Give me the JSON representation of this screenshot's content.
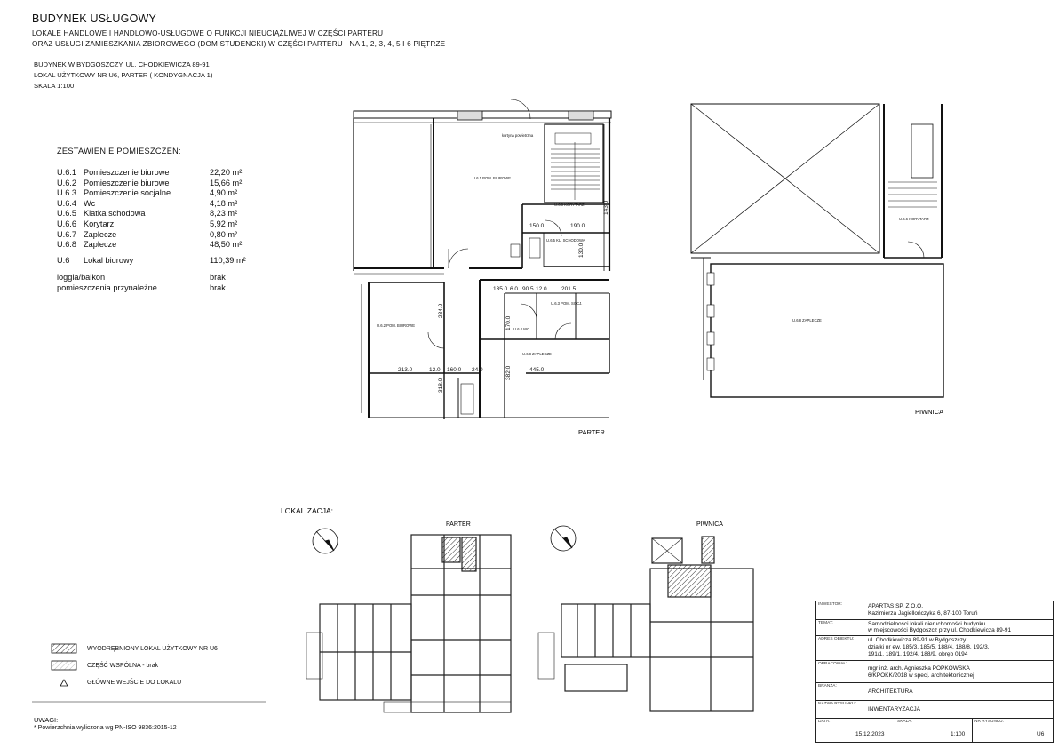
{
  "header": {
    "title": "BUDYNEK USŁUGOWY",
    "line1": "LOKALE HANDLOWE I HANDLOWO-USŁUGOWE O FUNKCJI NIEUCIĄŻLIWEJ W CZĘŚCI PARTERU",
    "line2": "ORAZ USŁUGI ZAMIESZKANIA ZBIOROWEGO (DOM STUDENCKI) W CZĘŚCI PARTERU I NA 1, 2, 3, 4, 5 I 6 PIĘTRZE",
    "address": "BUDYNEK W BYDGOSZCZY, UL. CHODKIEWICZA 89-91",
    "unit": "LOKAL UŻYTKOWY NR U6, PARTER ( KONDYGNACJA 1)",
    "scale": "SKALA 1:100"
  },
  "rooms": {
    "title": "ZESTAWIENIE POMIESZCZEŃ:",
    "items": [
      {
        "id": "U.6.1",
        "name": "Pomieszczenie biurowe",
        "area": "22,20 m²"
      },
      {
        "id": "U.6.2",
        "name": "Pomieszczenie biurowe",
        "area": "15,66 m²"
      },
      {
        "id": "U.6.3",
        "name": "Pomieszczenie socjalne",
        "area": "4,90 m²"
      },
      {
        "id": "U.6.4",
        "name": "Wc",
        "area": "4,18 m²"
      },
      {
        "id": "U.6.5",
        "name": "Klatka schodowa",
        "area": "8,23 m²"
      },
      {
        "id": "U.6.6",
        "name": "Korytarz",
        "area": "5,92 m²"
      },
      {
        "id": "U.6.7",
        "name": "Zaplecze",
        "area": "0,80 m²"
      },
      {
        "id": "U.6.8",
        "name": "Zaplecze",
        "area": "48,50 m²"
      }
    ],
    "total": {
      "id": "U.6",
      "name": "Lokal biurowy",
      "area": "110,39 m²"
    },
    "extras": [
      {
        "name": "loggia/balkon",
        "value": "brak"
      },
      {
        "name": "pomieszczenia przynależne",
        "value": "brak"
      }
    ]
  },
  "plan": {
    "parter_label": "PARTER",
    "piwnica_label": "PIWNICA",
    "dims": [
      "150.0",
      "190.0",
      "135.0",
      "6.0",
      "90.5",
      "12.0",
      "201.5",
      "234.0",
      "213.0",
      "12.0",
      "160.0",
      "24.0",
      "445.0",
      "318.0",
      "382.0",
      "170.0",
      "143.0",
      "130.0"
    ],
    "room_tags": [
      "U.6.1 POM. BIUROWE",
      "U.6.2 POM. BIUROWE",
      "U.6.3 POM. SOCJ.",
      "U.6.4 WC",
      "U.6.5 KL. SCHODOWA",
      "U.6.6 KORYTARZ",
      "U.6.7 ZAPLECZE",
      "U.6.8 ZAPLECZE"
    ],
    "note": "kurtyna powietrzna"
  },
  "localization": {
    "title": "LOKALIZACJA:",
    "parter": "PARTER",
    "piwnica": "PIWNICA"
  },
  "legend": {
    "items": [
      "WYODRĘBNIONY LOKAL UŻYTKOWY NR U6",
      "CZĘŚĆ WSPÓLNA - brak",
      "GŁÓWNE WEJŚCIE DO LOKALU"
    ],
    "notes_title": "UWAGI:",
    "note": "* Powierzchnia wyliczona wg PN-ISO 9836:2015-12"
  },
  "title_block": {
    "investor_label": "INWESTOR:",
    "investor": [
      "APARTAS SP. Z O.O.",
      "Kazimierza Jagiellończyka 6, 87-100 Toruń"
    ],
    "topic_label": "TEMAT:",
    "topic": [
      "Samodzielności lokali nieruchomości budynku",
      "w miejscowości Bydgoszcz przy ul. Chodkiewicza 89-91"
    ],
    "address_label": "ADRES OBIEKTU:",
    "address": [
      "ul. Chodkiewicza 89-91 w Bydgoszczy",
      "działki nr ew. 185/3, 185/5, 188/4, 188/8, 192/3,",
      "191/1, 189/1, 192/4, 188/9, obręb 0194"
    ],
    "author_label": "OPRACOWAŁ:",
    "author": [
      "mgr inż. arch. Agnieszka POPKOWSKA",
      "6/KPOKK/2018  w specj. architektonicznej"
    ],
    "branch_label": "BRANŻA:",
    "branch": "ARCHITEKTURA",
    "drawing_label": "NAZWA RYSUNKU:",
    "drawing": "INWENTARYZACJA",
    "date_label": "DATA:",
    "date": "15.12.2023",
    "scale_label": "SKALA:",
    "scale": "1:100",
    "number_label": "NR RYSUNKU:",
    "number": "U6"
  }
}
